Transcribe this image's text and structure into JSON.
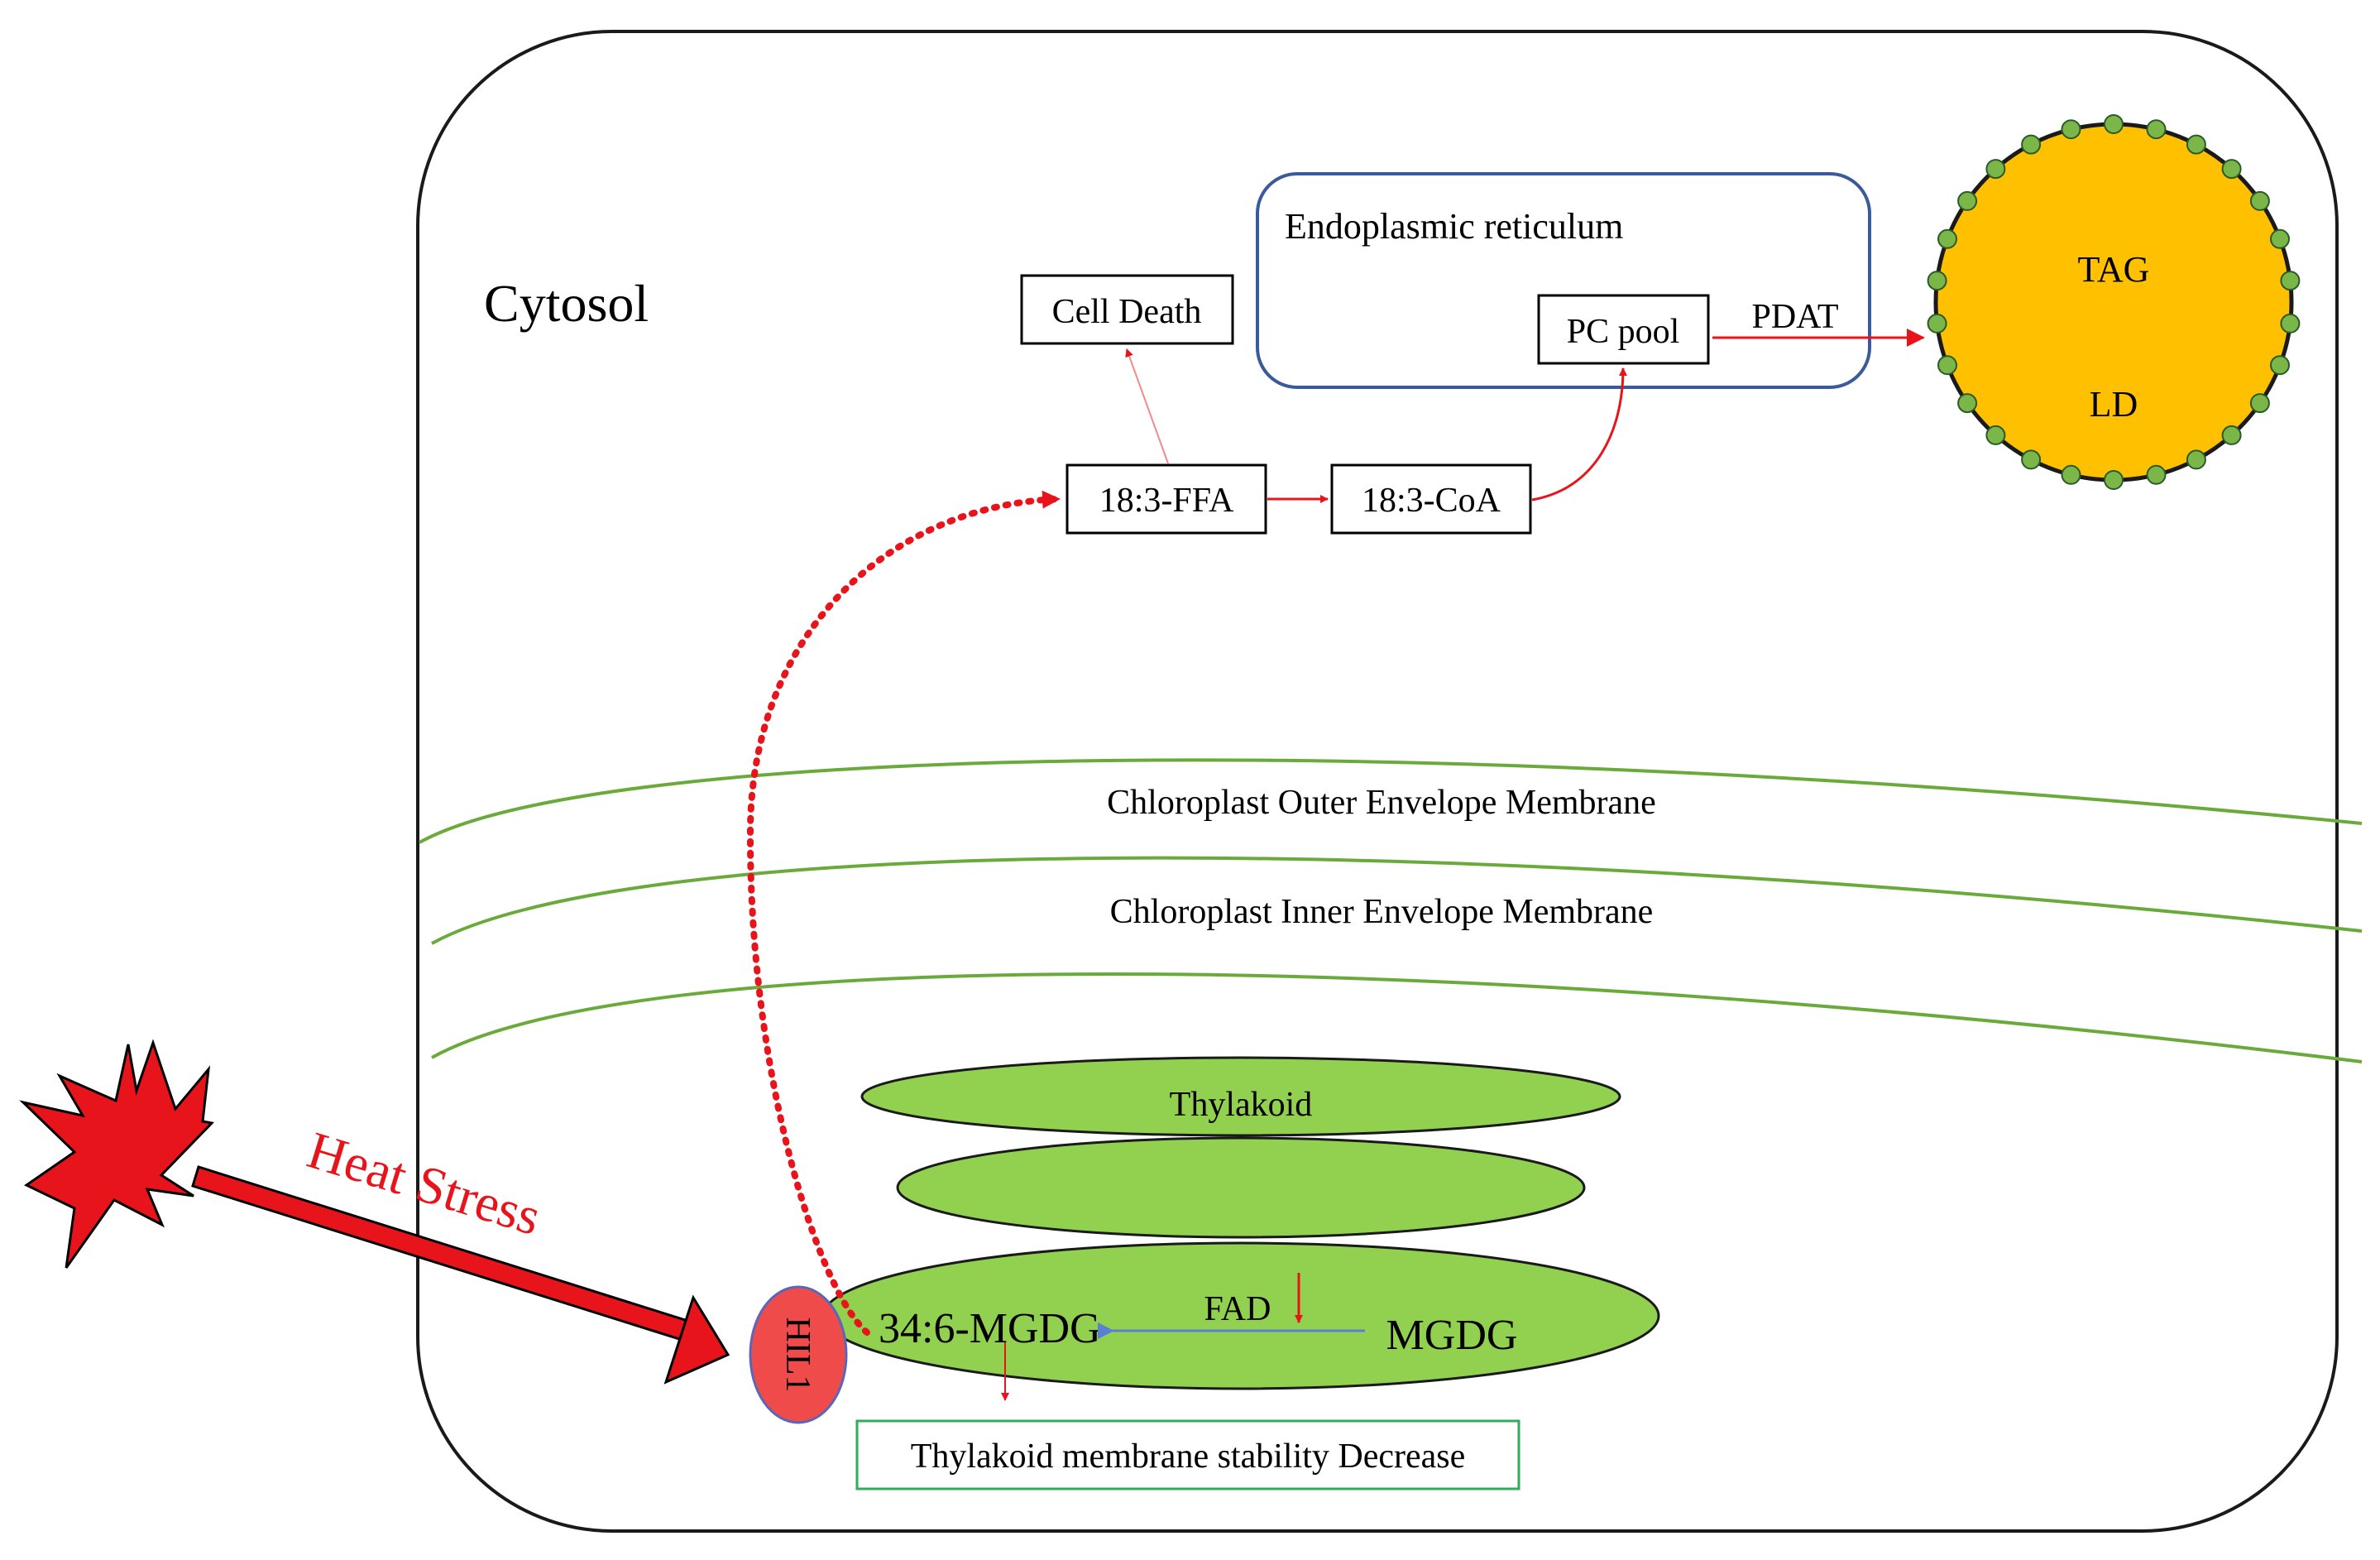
{
  "cytosol_label": "Cytosol",
  "er": {
    "label": "Endoplasmic reticulum",
    "pc_pool": "PC pool"
  },
  "pdat_label": "PDAT",
  "lipid_droplet": {
    "tag": "TAG",
    "ld": "LD"
  },
  "cell_death": "Cell Death",
  "ffa": "18:3-FFA",
  "coa": "18:3-CoA",
  "membranes": {
    "outer": "Chloroplast Outer Envelope Membrane",
    "inner": "Chloroplast Inner Envelope Membrane"
  },
  "thylakoid": "Thylakoid",
  "mgdg_346": "34:6-MGDG",
  "fad": "FAD",
  "mgdg": "MGDG",
  "hil1": "HIL1",
  "heat_stress": "Heat Stress",
  "stability": "Thylakoid membrane stability Decrease",
  "colors": {
    "arrow_red": "#e8141b",
    "membrane_green": "#6aaa3a",
    "thylakoid_green": "#92d050",
    "er_border": "#3a5a9a",
    "droplet_orange": "#ffc000",
    "droplet_dot": "#7ab648",
    "hil1_fill": "#f04b4b",
    "stability_border": "#2fae5a",
    "fad_arrow_blue": "#5a7fd6"
  }
}
